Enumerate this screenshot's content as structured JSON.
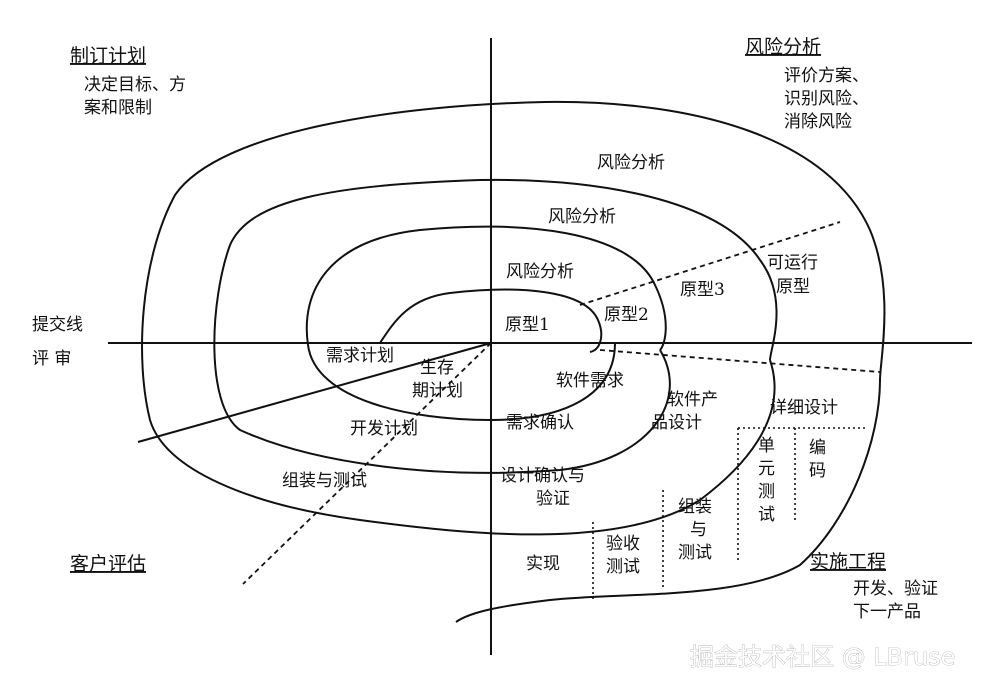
{
  "quadrants": {
    "plan": {
      "title": "制订计划",
      "desc": [
        "决定目标、方",
        "案和限制"
      ]
    },
    "risk": {
      "title": "风险分析",
      "desc": [
        "评价方案、",
        "识别风险、",
        "消除风险"
      ]
    },
    "engineering": {
      "title": "实施工程",
      "desc": [
        "开发、验证",
        "下一产品"
      ]
    },
    "customer": {
      "title": "客户评估"
    }
  },
  "axis_labels": {
    "submit": "提交线",
    "review": "评  审"
  },
  "risk_loops": [
    "风险分析",
    "风险分析",
    "风险分析"
  ],
  "prototypes": [
    "原型1",
    "原型2",
    "原型3",
    "可运行",
    "原型"
  ],
  "planning": [
    "需求计划",
    "生存",
    "期计划",
    "开发计划",
    "组装与测试"
  ],
  "engineering_steps": {
    "software_req": "软件需求",
    "req_confirm": "需求确认",
    "product_design1": "软件产",
    "product_design2": "品设计",
    "design_verify1": "设计确认与",
    "design_verify2": "验证",
    "detail_design": "详细设计",
    "unit_test": [
      "单",
      "元",
      "测",
      "试"
    ],
    "coding": [
      "编",
      "码"
    ],
    "assembly_test": [
      "组装",
      "与",
      "测试"
    ],
    "acceptance_test": [
      "验收",
      "测试"
    ],
    "implement": "实现"
  },
  "watermark": "掘金技术社区 @ LBruse"
}
